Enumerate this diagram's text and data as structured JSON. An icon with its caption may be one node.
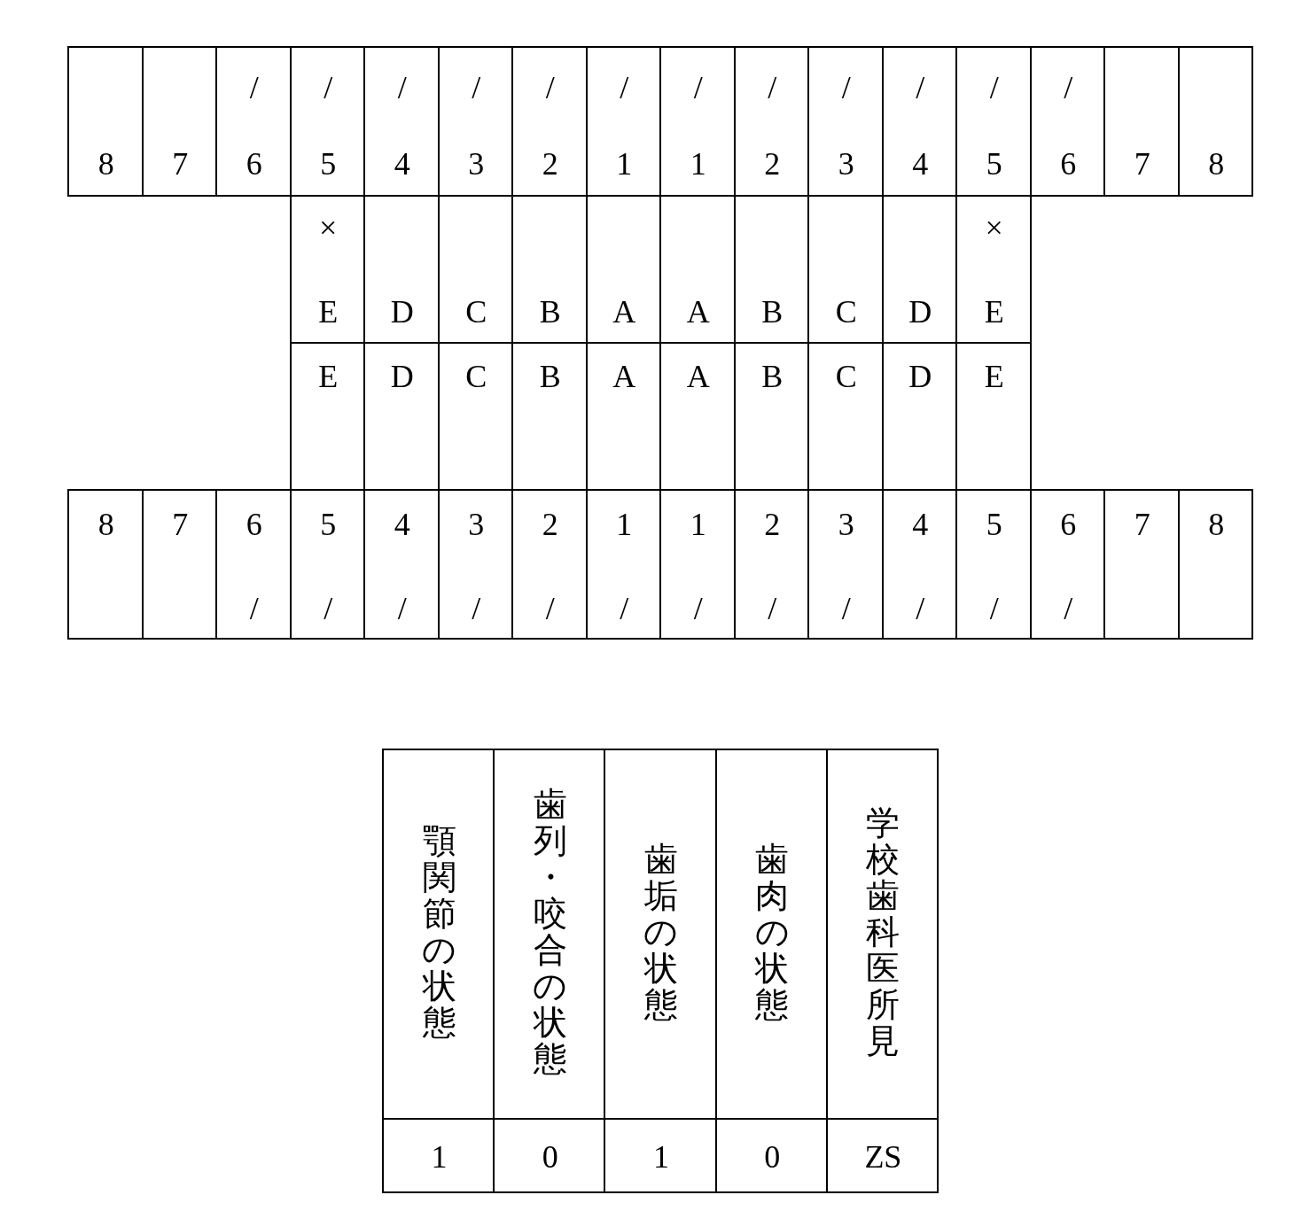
{
  "diagram": {
    "labels": [
      "8",
      "7",
      "/",
      "6",
      "/",
      "5",
      "/",
      "4",
      "/",
      "3",
      "/",
      "2",
      "/",
      "1",
      "/",
      "1",
      "/",
      "2",
      "/",
      "3",
      "/",
      "4",
      "/",
      "5",
      "/",
      "6",
      "7",
      "8",
      "×",
      "E",
      "D",
      "C",
      "B",
      "A",
      "A",
      "B",
      "C",
      "D",
      "×",
      "E",
      "E",
      "D",
      "C",
      "B",
      "A",
      "A",
      "B",
      "C",
      "D",
      "E",
      "8",
      "7",
      "6",
      "/",
      "5",
      "/",
      "4",
      "/",
      "3",
      "/",
      "2",
      "/",
      "1",
      "/",
      "1",
      "/",
      "2",
      "/",
      "3",
      "/",
      "4",
      "/",
      "5",
      "/",
      "6",
      "/",
      "7",
      "8",
      "顎関節の状態",
      "歯列・咬合の状態",
      "歯垢の状態",
      "歯肉の状態",
      "学校歯科医所見",
      "1",
      "0",
      "1",
      "0",
      "ZS"
    ]
  }
}
